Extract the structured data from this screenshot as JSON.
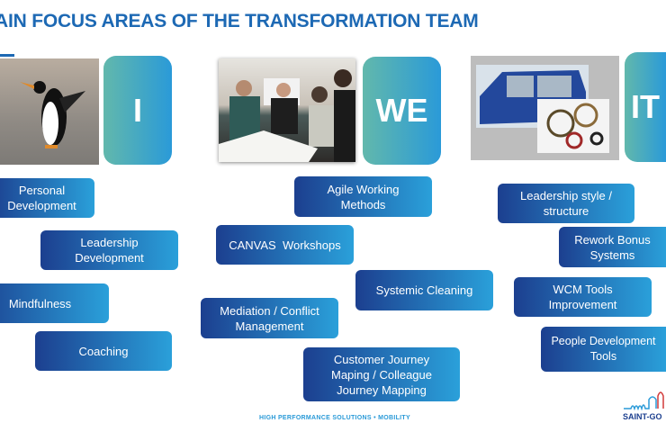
{
  "title": "AIN FOCUS AREAS OF THE TRANSFORMATION TEAM",
  "columns": [
    {
      "label": "I",
      "image": "penguin-photo"
    },
    {
      "label": "WE",
      "image": "team-workshop-photo"
    },
    {
      "label": "IT",
      "image": "car-and-seals-photo"
    }
  ],
  "boxes": {
    "personal": "Personal\nDevelopment",
    "leadership_dev": "Leadership\nDevelopment",
    "mindfulness": "Mindfulness",
    "coaching": "Coaching",
    "agile": "Agile Working\nMethods",
    "canvas": "CANVAS  Workshops",
    "systemic": "Systemic Cleaning",
    "mediation": "Mediation / Conflict\nManagement",
    "journey": "Customer Journey\nMaping / Colleague\nJourney Mapping",
    "leadership_style": "Leadership style /\nstructure",
    "rework": "Rework Bonus\nSystems",
    "wcm": "WCM Tools\nImprovement",
    "people": "People Development\nTools"
  },
  "footer": "HIGH PERFORMANCE SOLUTIONS  •  MOBILITY",
  "logo": "SAINT-GO",
  "colors": {
    "title": "#1d69b4",
    "box_dark": "#1c3f8f",
    "box_light": "#2aa0da",
    "teal": "#62b8ac"
  }
}
